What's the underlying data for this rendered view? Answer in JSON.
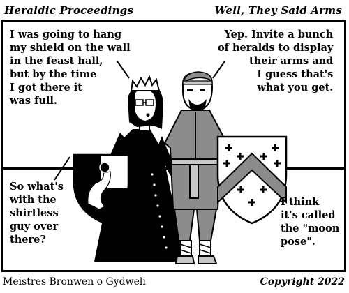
{
  "header": {
    "left_title": "Heraldic Proceedings",
    "right_title": "Well, They Said Arms"
  },
  "bubbles": {
    "top_left": "I was going to hang\nmy shield on the wall\nin the feast hall,\nbut by the time\nI got there it\nwas full.",
    "top_right": "Yep. Invite a bunch\nof heralds to display\ntheir arms and\nI guess that's\nwhat you get.",
    "bottom_left": "So what's\nwith the\nshirtless\nguy over\nthere?",
    "bottom_right": "I think\nit's called\nthe \"moon\npose\"."
  },
  "footer": {
    "artist": "Meistres Bronwen o Gydweli",
    "copyright": "Copyright 2022"
  },
  "colors": {
    "ink": "#000000",
    "paper": "#ffffff",
    "tunic_gray": "#8c8c8c",
    "light_gray": "#c8c8c8"
  }
}
